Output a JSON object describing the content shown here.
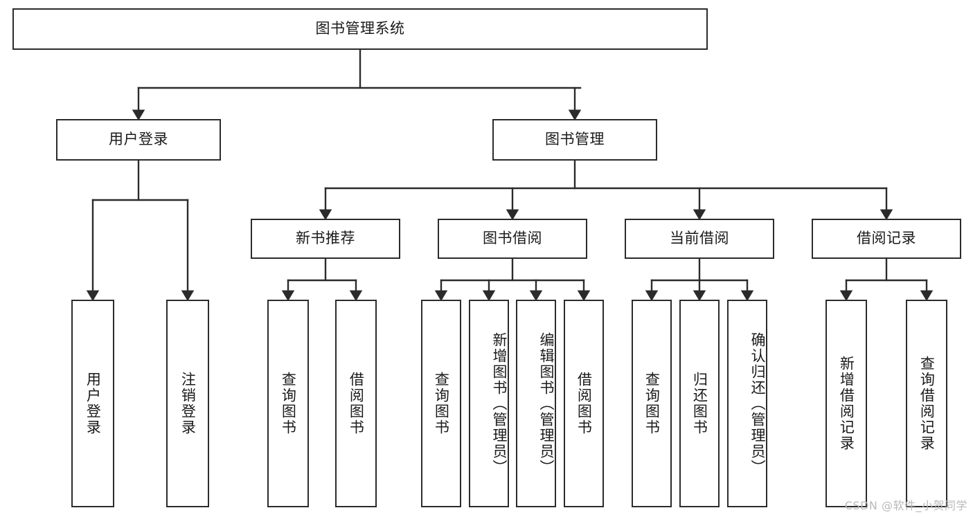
{
  "diagram": {
    "type": "tree-hierarchy",
    "title": "图书管理系统",
    "watermark": "CSDN @软件_小贺同学",
    "colors": {
      "stroke": "#2b2b2b",
      "fill": "#ffffff",
      "text": "#1a1a1a",
      "watermark": "#b9b9b9"
    },
    "levels": [
      {
        "level": 1,
        "nodes": [
          {
            "id": "root",
            "label": "图书管理系统",
            "orientation": "horizontal"
          }
        ]
      },
      {
        "level": 2,
        "nodes": [
          {
            "id": "login",
            "label": "用户登录",
            "orientation": "horizontal",
            "parent": "root"
          },
          {
            "id": "bookmgmt",
            "label": "图书管理",
            "orientation": "horizontal",
            "parent": "root"
          }
        ]
      },
      {
        "level": 3,
        "nodes": [
          {
            "id": "newbook",
            "label": "新书推荐",
            "orientation": "horizontal",
            "parent": "bookmgmt"
          },
          {
            "id": "borrow",
            "label": "图书借阅",
            "orientation": "horizontal",
            "parent": "bookmgmt"
          },
          {
            "id": "current",
            "label": "当前借阅",
            "orientation": "horizontal",
            "parent": "bookmgmt"
          },
          {
            "id": "records",
            "label": "借阅记录",
            "orientation": "horizontal",
            "parent": "bookmgmt"
          }
        ]
      },
      {
        "level": 4,
        "nodes": [
          {
            "id": "leaf-login-1",
            "label": "用户登录",
            "orientation": "vertical",
            "parent": "login"
          },
          {
            "id": "leaf-login-2",
            "label": "注销登录",
            "orientation": "vertical",
            "parent": "login"
          },
          {
            "id": "leaf-new-1",
            "label": "查询图书",
            "orientation": "vertical",
            "parent": "newbook"
          },
          {
            "id": "leaf-new-2",
            "label": "借阅图书",
            "orientation": "vertical",
            "parent": "newbook"
          },
          {
            "id": "leaf-borrow-1",
            "label": "查询图书",
            "orientation": "vertical",
            "parent": "borrow"
          },
          {
            "id": "leaf-borrow-2",
            "label": "新增图书（管理员）",
            "orientation": "vertical",
            "parent": "borrow"
          },
          {
            "id": "leaf-borrow-3",
            "label": "编辑图书（管理员）",
            "orientation": "vertical",
            "parent": "borrow"
          },
          {
            "id": "leaf-borrow-4",
            "label": "借阅图书",
            "orientation": "vertical",
            "parent": "borrow"
          },
          {
            "id": "leaf-current-1",
            "label": "查询图书",
            "orientation": "vertical",
            "parent": "current"
          },
          {
            "id": "leaf-current-2",
            "label": "归还图书",
            "orientation": "vertical",
            "parent": "current"
          },
          {
            "id": "leaf-current-3",
            "label": "确认归还（管理员）",
            "orientation": "vertical",
            "parent": "current"
          },
          {
            "id": "leaf-records-1",
            "label": "新增借阅记录",
            "orientation": "vertical",
            "parent": "records"
          },
          {
            "id": "leaf-records-2",
            "label": "查询借阅记录",
            "orientation": "vertical",
            "parent": "records"
          }
        ]
      }
    ]
  }
}
